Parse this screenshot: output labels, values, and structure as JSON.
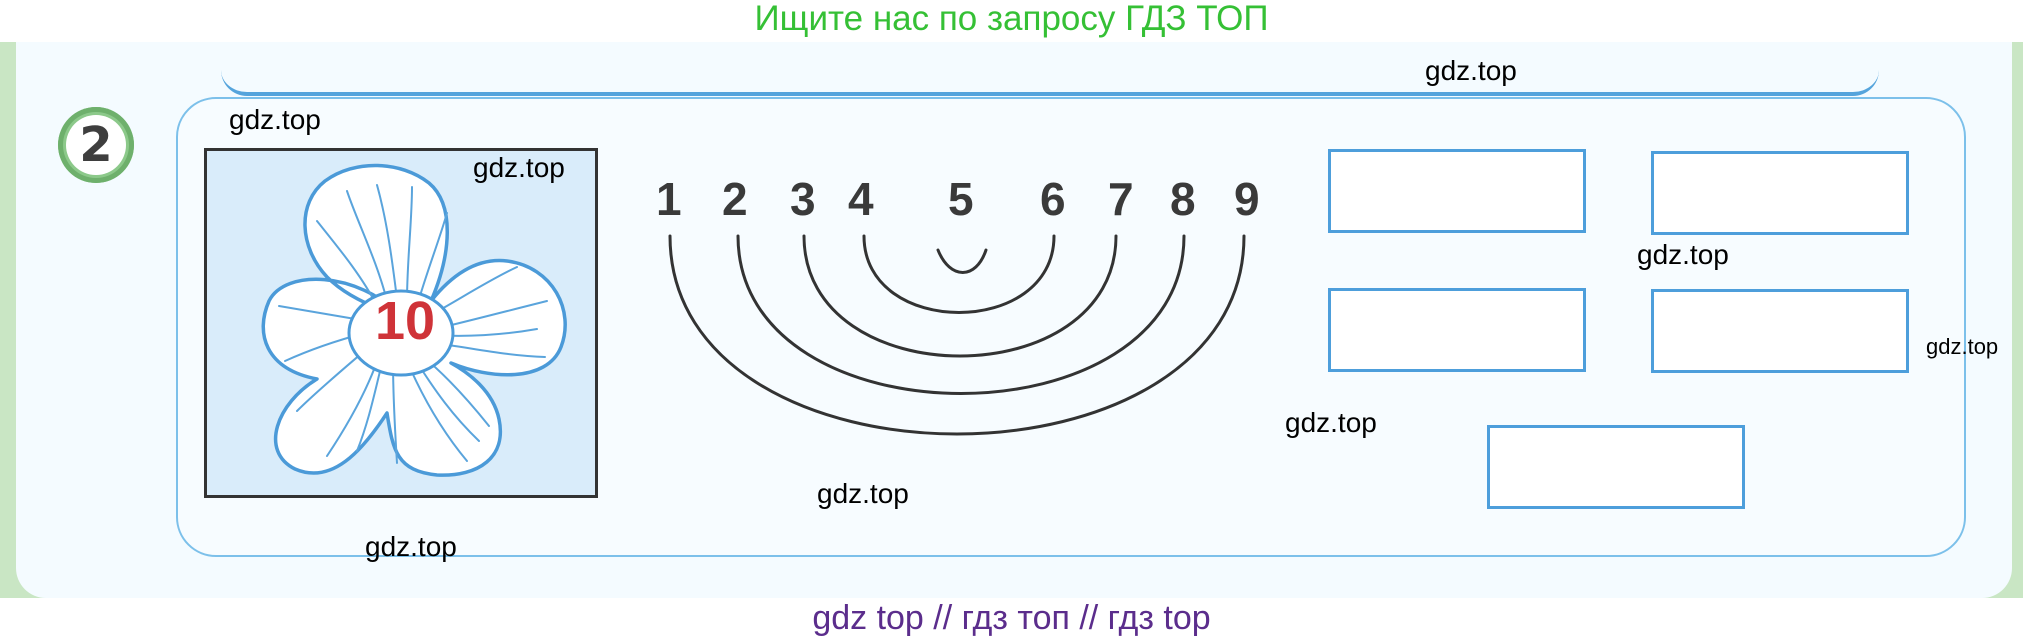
{
  "banner": {
    "text": "Ищите нас по запросу ГДЗ ТОП"
  },
  "task": {
    "number": "2"
  },
  "flower": {
    "number": "10"
  },
  "number_line": {
    "numbers": [
      "1",
      "2",
      "3",
      "4",
      "5",
      "6",
      "7",
      "8",
      "9"
    ]
  },
  "answer_boxes": {
    "count": 5,
    "values": [
      "",
      "",
      "",
      "",
      ""
    ]
  },
  "watermarks": {
    "wm1": "gdz.top",
    "wm2": "gdz.top",
    "wm3": "gdz.top",
    "wm4": "gdz.top",
    "wm5": "gdz.top",
    "wm6": "gdz.top",
    "wm7": "gdz.top",
    "wm8": "gdz.top"
  },
  "footer": {
    "text": "gdz top  //  гдз топ  //  гдз top"
  },
  "colors": {
    "banner_text": "#35c035",
    "footer_text": "#5b2d8c",
    "box_border": "#4d9edb",
    "flower_outline": "#4b9ad8",
    "flower_number": "#cf3338",
    "card_fill": "#d9ecfa"
  }
}
